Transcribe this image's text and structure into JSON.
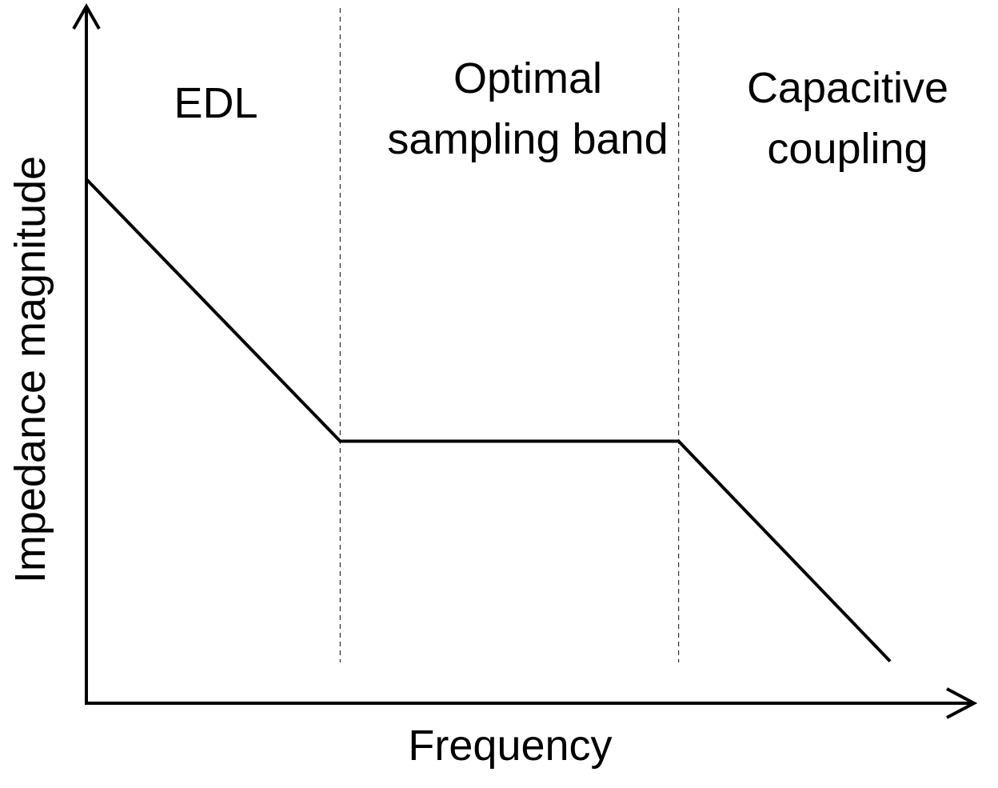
{
  "chart_data": {
    "type": "line",
    "title": "",
    "xlabel": "Frequency",
    "ylabel": "Impedance magnitude",
    "grid": false,
    "legend": "none",
    "x_ticks": [],
    "y_ticks": [],
    "series": [
      {
        "points": [
          {
            "x": 0.0,
            "y": 1.0
          },
          {
            "x": 0.3,
            "y": 0.5
          },
          {
            "x": 0.7,
            "y": 0.5
          },
          {
            "x": 0.95,
            "y": 0.08
          }
        ]
      }
    ],
    "region_boundaries": [
      0.3,
      0.7
    ],
    "regions": [
      {
        "label_lines": [
          "EDL"
        ]
      },
      {
        "label_lines": [
          "Optimal",
          "sampling band"
        ]
      },
      {
        "label_lines": [
          "Capacitive",
          "coupling"
        ]
      }
    ],
    "colors": {
      "axis": "#000000",
      "line": "#000000",
      "divider": "#333333",
      "background": "#ffffff"
    }
  }
}
